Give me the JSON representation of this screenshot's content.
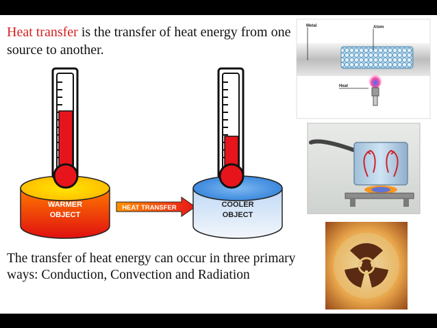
{
  "intro": {
    "highlight": "Heat transfer",
    "rest": " is the transfer of heat energy from one source to another."
  },
  "diagram": {
    "warm_label_line1": "WARMER",
    "warm_label_line2": "OBJECT",
    "cool_label_line1": "COOLER",
    "cool_label_line2": "OBJECT",
    "arrow_label": "HEAT TRANSFER"
  },
  "conduction": {
    "metal_label": "Metal",
    "atom_label": "Atom",
    "heat_label": "Heat"
  },
  "outro": {
    "text": "The transfer of heat energy can occur in three primary ways:  Conduction, Convection and Radiation"
  },
  "colors": {
    "highlight": "#d42020",
    "mercury": "#e8141c",
    "warm_top": "#ffd400",
    "cool_top": "#4f9be8"
  }
}
